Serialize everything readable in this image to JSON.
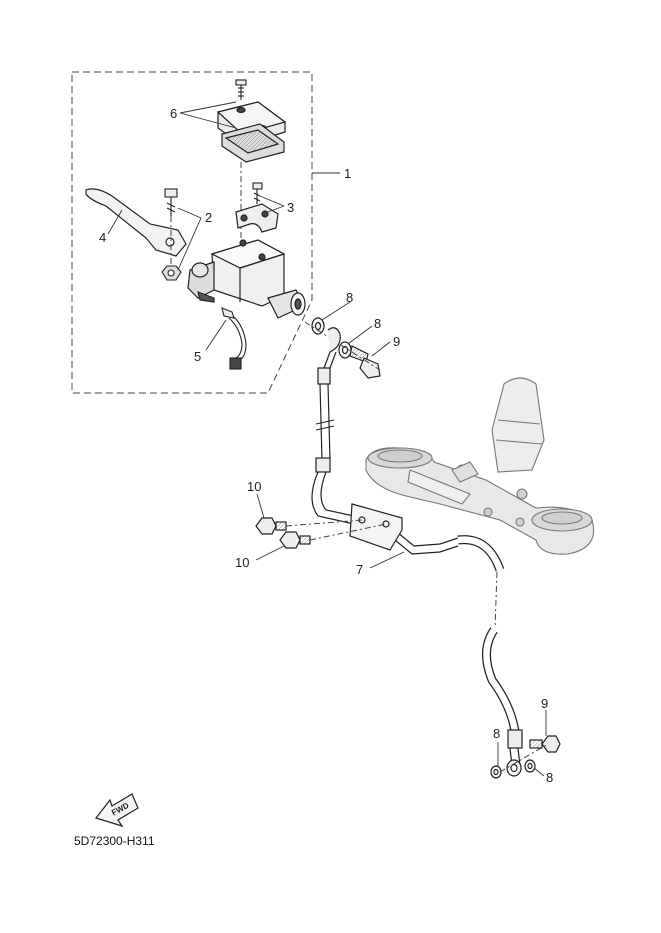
{
  "diagram": {
    "callouts": {
      "c1": "1",
      "c2": "2",
      "c3": "3",
      "c4": "4",
      "c5": "5",
      "c6": "6",
      "c7": "7",
      "c8a": "8",
      "c8b": "8",
      "c8c": "8",
      "c8d": "8",
      "c9a": "9",
      "c9b": "9",
      "c10a": "10",
      "c10b": "10"
    },
    "fwd_label": "FWD",
    "drawing_code": "5D72300-H311"
  }
}
